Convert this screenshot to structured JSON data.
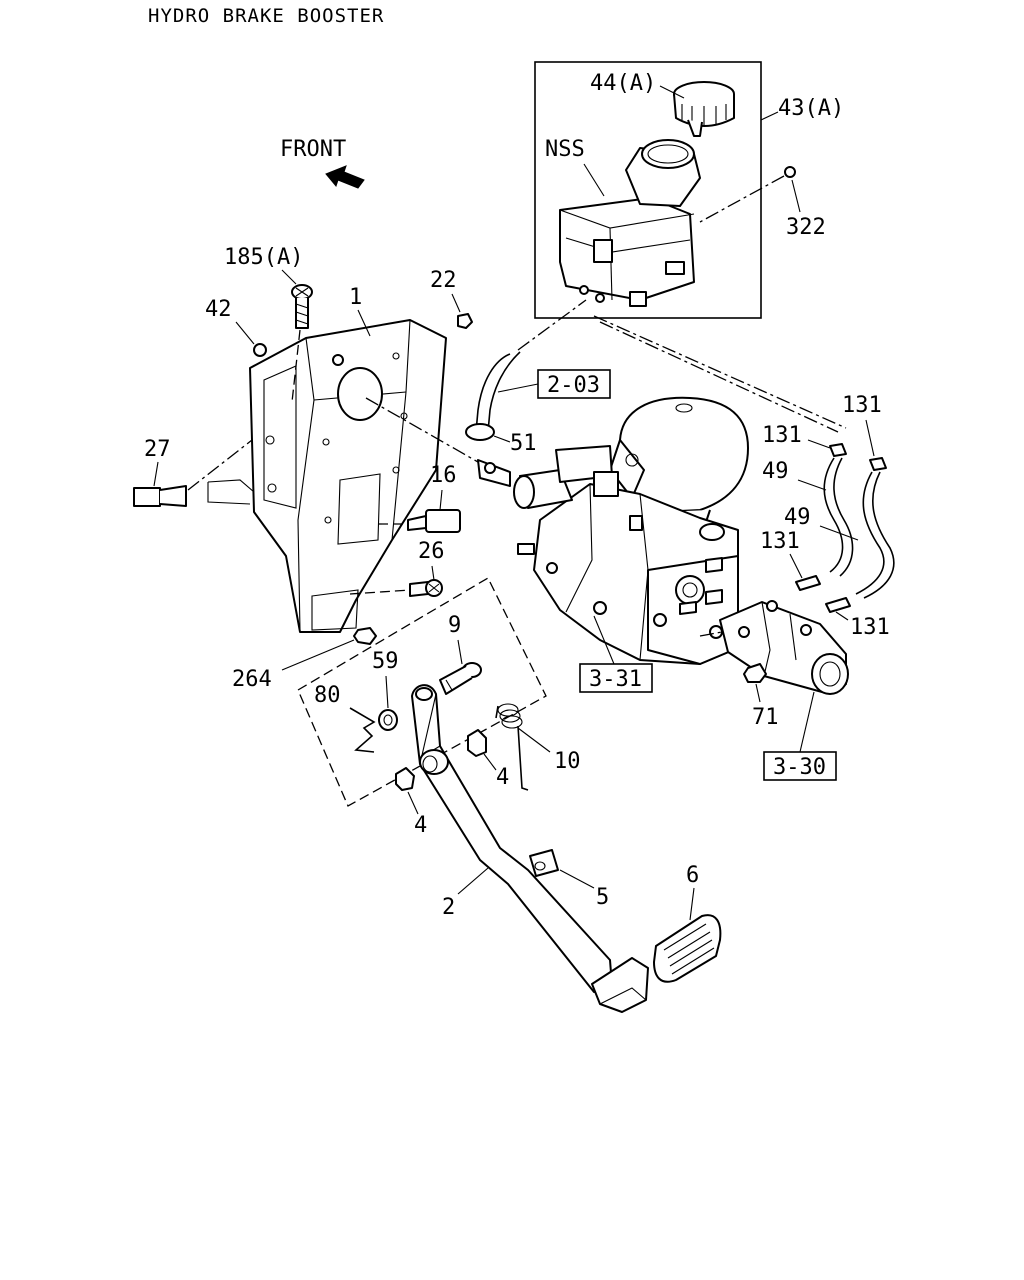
{
  "title": "HYDRO BRAKE BOOSTER",
  "direction_label": "FRONT",
  "callouts": {
    "c44a": "44(A)",
    "c43a": "43(A)",
    "nss": "NSS",
    "c322": "322",
    "c185a": "185(A)",
    "c22": "22",
    "c42": "42",
    "c1": "1",
    "c27": "27",
    "c51": "51",
    "c16": "16",
    "c26": "26",
    "c131a": "131",
    "c131b": "131",
    "c131c": "131",
    "c131d": "131",
    "c49a": "49",
    "c49b": "49",
    "c264": "264",
    "c9": "9",
    "c59": "59",
    "c80": "80",
    "c10": "10",
    "c4a": "4",
    "c4b": "4",
    "c71": "71",
    "c5": "5",
    "c6": "6",
    "c2": "2"
  },
  "reference_boxes": {
    "r203": "2-03",
    "r331": "3-31",
    "r330": "3-30"
  }
}
